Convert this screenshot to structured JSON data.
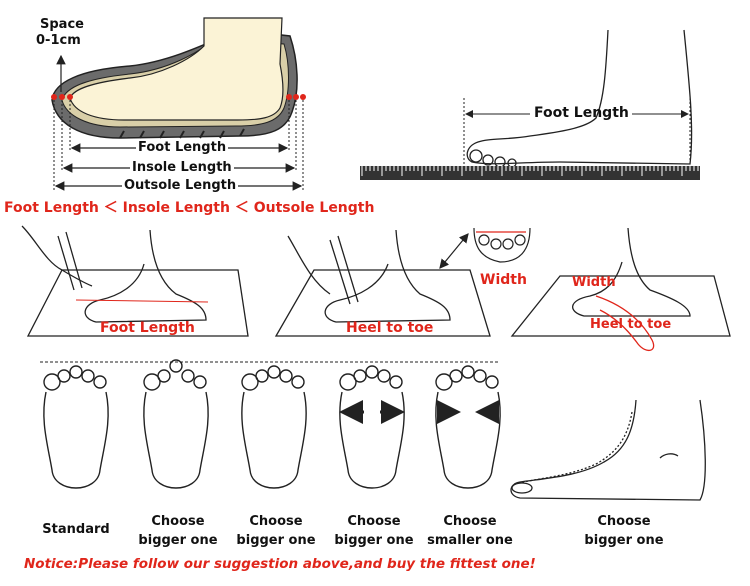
{
  "top_left": {
    "space_label": "Space",
    "space_value": "0-1cm",
    "foot_length": "Foot Length",
    "insole_length": "Insole Length",
    "outsole_length": "Outsole Length",
    "comparison": "Foot Length ＜ Insole Length ＜ Outsole Length"
  },
  "top_right": {
    "foot_length": "Foot Length"
  },
  "measure_steps": {
    "step1": "Foot Length",
    "step2": "Heel to toe",
    "step3_width": "Width",
    "step4_width": "Width",
    "step4_heel": "Heel to toe"
  },
  "foot_types": [
    {
      "label_line1": "Standard",
      "label_line2": ""
    },
    {
      "label_line1": "Choose",
      "label_line2": "bigger one"
    },
    {
      "label_line1": "Choose",
      "label_line2": "bigger one"
    },
    {
      "label_line1": "Choose",
      "label_line2": "bigger one"
    },
    {
      "label_line1": "Choose",
      "label_line2": "smaller one"
    },
    {
      "label_line1": "Choose",
      "label_line2": "bigger one"
    }
  ],
  "notice": "Notice:Please follow our suggestion above,and buy the fittest one!",
  "colors": {
    "accent": "#e0261b",
    "text": "#111111",
    "line": "#222222",
    "shoe_fill": "#fbf3d6"
  }
}
